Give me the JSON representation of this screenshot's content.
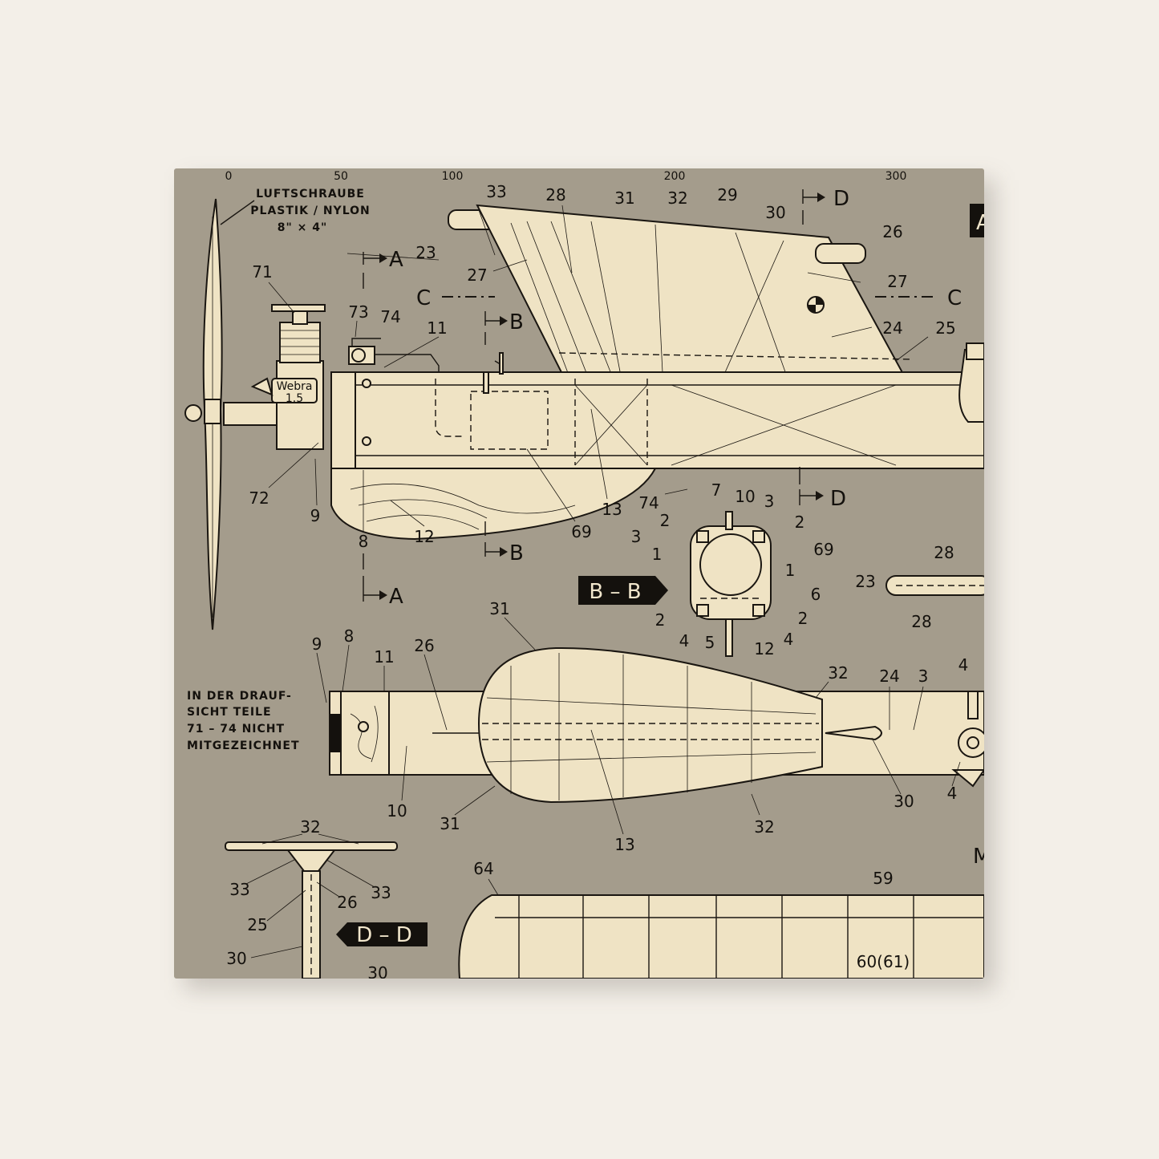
{
  "scale": [
    "0",
    "50",
    "100",
    "200",
    "300"
  ],
  "notes": {
    "propeller": [
      "LUFTSCHRAUBE",
      "PLASTIK / NYLON",
      "8\" × 4\""
    ],
    "topview": [
      "IN DER DRAUF-",
      "SICHT TEILE",
      "71 – 74 NICHT",
      "MITGEZEICHNET"
    ],
    "engine_brand": "Webra",
    "engine_size": "1.5"
  },
  "sections": {
    "a": "A",
    "b": "B",
    "c": "C",
    "d": "D",
    "bb_tag": "B – B",
    "dd_tag": "D – D",
    "edge_a": "A",
    "edge_m": "M"
  },
  "labels": {
    "l33a": "33",
    "l28a": "28",
    "l31a": "31",
    "l32a": "32",
    "l29": "29",
    "l30a": "30",
    "l26a": "26",
    "l23a": "23",
    "l27a": "27",
    "l27b": "27",
    "l24a": "24",
    "l25a": "25",
    "l71": "71",
    "l73": "73",
    "l74a": "74",
    "l11a": "11",
    "l72": "72",
    "l9a": "9",
    "l8a": "8",
    "l12a": "12",
    "l69a": "69",
    "l13a": "13",
    "l74b": "74",
    "bb7": "7",
    "bb10": "10",
    "bb3a": "3",
    "bb2a": "2",
    "bb2b": "2",
    "bb3b": "3",
    "bb69": "69",
    "bb1a": "1",
    "bb1b": "1",
    "bb6": "6",
    "bb2c": "2",
    "bb2d": "2",
    "bb4a": "4",
    "bb5": "5",
    "bb12": "12",
    "bb4b": "4",
    "l28b": "28",
    "l23b": "23",
    "l28c": "28",
    "l31b": "31",
    "l9b": "9",
    "l8b": "8",
    "l11b": "11",
    "l26b": "26",
    "l32b": "32",
    "l24b": "24",
    "l3": "3",
    "l4a": "4",
    "l10": "10",
    "l31c": "31",
    "l13b": "13",
    "l32c": "32",
    "l30b": "30",
    "l4b": "4",
    "dd32": "32",
    "dd33a": "33",
    "dd33b": "33",
    "dd26": "26",
    "dd25": "25",
    "dd30a": "30",
    "dd30b": "30",
    "l64": "64",
    "l59": "59",
    "l6061": "60(61)"
  },
  "colors": {
    "board": "#a49c8c",
    "part": "#efe3c4",
    "ink": "#1a1611",
    "backdrop": "#f3efe8"
  }
}
